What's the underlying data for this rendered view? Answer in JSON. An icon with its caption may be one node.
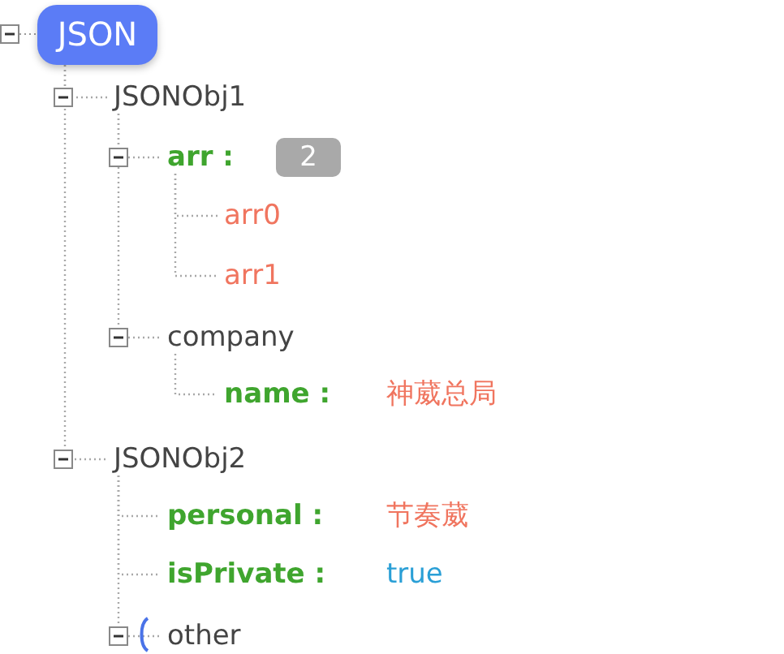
{
  "diagram": {
    "nodes": [
      {
        "text": [
          "JSON"
        ]
      },
      {
        "text": [
          "JSONObj1"
        ]
      },
      {
        "text": [
          "arr :",
          "2"
        ]
      },
      {
        "text": [
          "arr0"
        ]
      },
      {
        "text": [
          "arr1"
        ]
      },
      {
        "text": [
          "company"
        ]
      },
      {
        "text": [
          "name :",
          "神葳总局"
        ]
      },
      {
        "text": [
          "JSONObj2"
        ]
      },
      {
        "text": [
          "personal :",
          "节奏葳"
        ]
      },
      {
        "text": [
          "isPrivate :",
          "true"
        ]
      },
      {
        "text": [
          "other"
        ]
      }
    ],
    "edges": [
      {
        "from": 0,
        "to": 1,
        "arrow": "none"
      },
      {
        "from": 1,
        "to": 2,
        "arrow": "none"
      },
      {
        "from": 2,
        "to": 3,
        "arrow": "none"
      },
      {
        "from": 2,
        "to": 4,
        "arrow": "none"
      },
      {
        "from": 1,
        "to": 5,
        "arrow": "none"
      },
      {
        "from": 5,
        "to": 6,
        "arrow": "none"
      },
      {
        "from": 0,
        "to": 7,
        "arrow": "none"
      },
      {
        "from": 7,
        "to": 8,
        "arrow": "none"
      },
      {
        "from": 7,
        "to": 9,
        "arrow": "none"
      },
      {
        "from": 7,
        "to": 10,
        "arrow": "none"
      }
    ]
  }
}
